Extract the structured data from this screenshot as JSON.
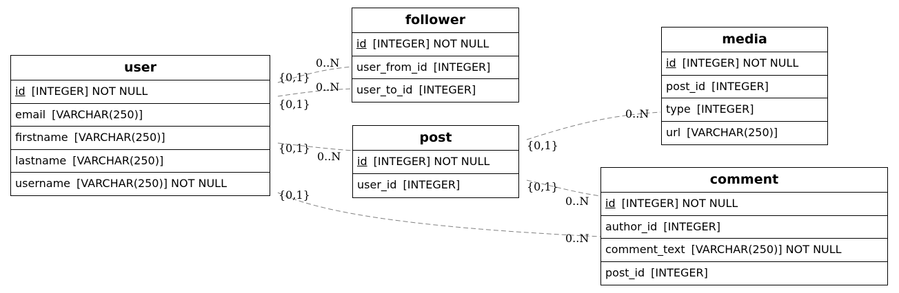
{
  "entities": {
    "user": {
      "name": "user",
      "fields": [
        {
          "name": "id",
          "type": "[INTEGER] NOT NULL",
          "pk": true
        },
        {
          "name": "email",
          "type": "[VARCHAR(250)]"
        },
        {
          "name": "firstname",
          "type": "[VARCHAR(250)]"
        },
        {
          "name": "lastname",
          "type": "[VARCHAR(250)]"
        },
        {
          "name": "username",
          "type": "[VARCHAR(250)] NOT NULL"
        }
      ]
    },
    "follower": {
      "name": "follower",
      "fields": [
        {
          "name": "id",
          "type": "[INTEGER] NOT NULL",
          "pk": true
        },
        {
          "name": "user_from_id",
          "type": "[INTEGER]"
        },
        {
          "name": "user_to_id",
          "type": "[INTEGER]"
        }
      ]
    },
    "post": {
      "name": "post",
      "fields": [
        {
          "name": "id",
          "type": "[INTEGER] NOT NULL",
          "pk": true
        },
        {
          "name": "user_id",
          "type": "[INTEGER]"
        }
      ]
    },
    "media": {
      "name": "media",
      "fields": [
        {
          "name": "id",
          "type": "[INTEGER] NOT NULL",
          "pk": true
        },
        {
          "name": "post_id",
          "type": "[INTEGER]"
        },
        {
          "name": "type",
          "type": "[INTEGER]"
        },
        {
          "name": "url",
          "type": "[VARCHAR(250)]"
        }
      ]
    },
    "comment": {
      "name": "comment",
      "fields": [
        {
          "name": "id",
          "type": "[INTEGER] NOT NULL",
          "pk": true
        },
        {
          "name": "author_id",
          "type": "[INTEGER]"
        },
        {
          "name": "comment_text",
          "type": "[VARCHAR(250)] NOT NULL"
        },
        {
          "name": "post_id",
          "type": "[INTEGER]"
        }
      ]
    }
  },
  "relationships": [
    {
      "from": "user",
      "to": "follower",
      "from_label": "{0,1}",
      "to_label": "0..N"
    },
    {
      "from": "user",
      "to": "follower",
      "from_label": "{0,1}",
      "to_label": "0..N"
    },
    {
      "from": "user",
      "to": "post",
      "from_label": "{0,1}",
      "to_label": "0..N"
    },
    {
      "from": "user",
      "to": "comment",
      "from_label": "{0,1}",
      "to_label": "0..N"
    },
    {
      "from": "post",
      "to": "media",
      "from_label": "{0,1}",
      "to_label": "0..N"
    },
    {
      "from": "post",
      "to": "comment",
      "from_label": "{0,1}",
      "to_label": "0..N"
    }
  ],
  "colors": {
    "border": "#000000",
    "connector": "#808080",
    "background": "#ffffff"
  }
}
